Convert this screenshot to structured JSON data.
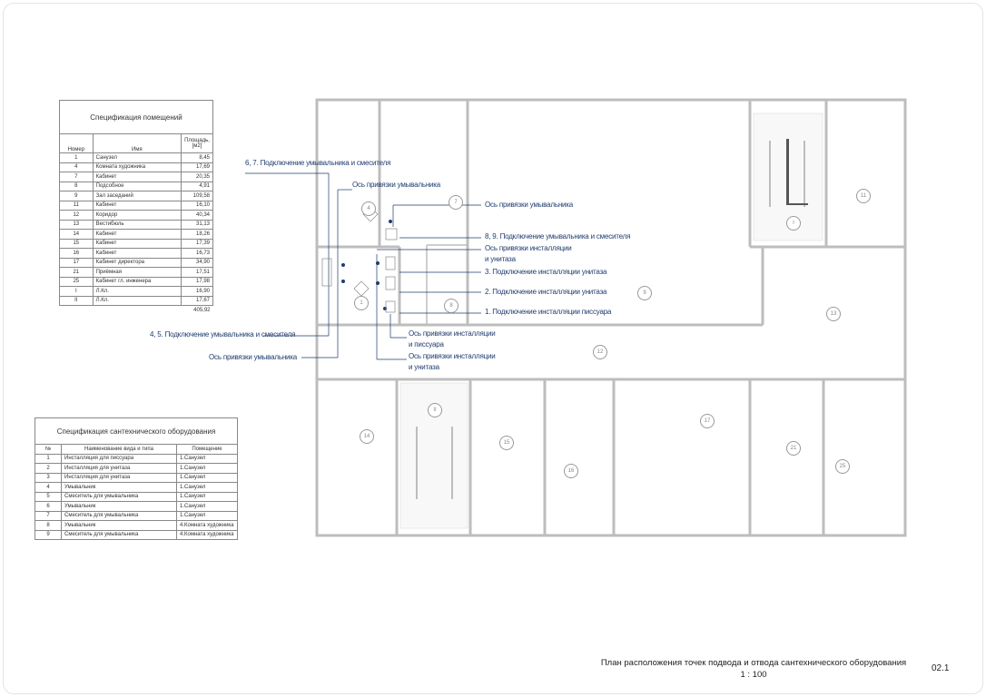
{
  "rooms_spec": {
    "title": "Спецификация помещений",
    "headers": {
      "number": "Номер",
      "name": "Имя",
      "area": "Площадь, [м2]"
    },
    "rows": [
      {
        "number": "1",
        "name": "Санузел",
        "area": "8,45"
      },
      {
        "number": "4",
        "name": "Комната художника",
        "area": "17,69"
      },
      {
        "number": "7",
        "name": "Кабинет",
        "area": "20,35"
      },
      {
        "number": "8",
        "name": "Подсобное",
        "area": "4,91"
      },
      {
        "number": "9",
        "name": "Зал заседаний",
        "area": "109,58"
      },
      {
        "number": "11",
        "name": "Кабинет",
        "area": "16,10"
      },
      {
        "number": "12",
        "name": "Коридор",
        "area": "40,34"
      },
      {
        "number": "13",
        "name": "Вестибюль",
        "area": "31,13"
      },
      {
        "number": "14",
        "name": "Кабинет",
        "area": "18,26"
      },
      {
        "number": "15",
        "name": "Кабинет",
        "area": "17,39"
      },
      {
        "number": "16",
        "name": "Кабинет",
        "area": "16,73"
      },
      {
        "number": "17",
        "name": "Кабинет директора",
        "area": "34,90"
      },
      {
        "number": "21",
        "name": "Приёмная",
        "area": "17,51"
      },
      {
        "number": "25",
        "name": "Кабинет гл. инженера",
        "area": "17,98"
      },
      {
        "number": "I",
        "name": "Л.Кл.",
        "area": "16,90"
      },
      {
        "number": "II",
        "name": "Л.Кл.",
        "area": "17,67"
      }
    ],
    "total": "405,92"
  },
  "equipment_spec": {
    "title": "Спецификация сантехнического оборудования",
    "headers": {
      "number": "№",
      "name": "Наименование вида и типа",
      "room": "Помещение"
    },
    "rows": [
      {
        "number": "1",
        "name": "Инсталляция для писсуара",
        "room": "1.Санузел"
      },
      {
        "number": "2",
        "name": "Инсталляция для унитаза",
        "room": "1.Санузел"
      },
      {
        "number": "3",
        "name": "Инсталляция для унитаза",
        "room": "1.Санузел"
      },
      {
        "number": "4",
        "name": "Умывальник",
        "room": "1.Санузел"
      },
      {
        "number": "5",
        "name": "Смеситель для умывальника",
        "room": "1.Санузел"
      },
      {
        "number": "6",
        "name": "Умывальник",
        "room": "1.Санузел"
      },
      {
        "number": "7",
        "name": "Смеситель для умывальника",
        "room": "1.Санузел"
      },
      {
        "number": "8",
        "name": "Умывальник",
        "room": "4.Комната художника"
      },
      {
        "number": "9",
        "name": "Смеситель для умывальника",
        "room": "4.Комната художника"
      }
    ]
  },
  "plan": {
    "room_tags": [
      "4",
      "7",
      "1",
      "8",
      "9",
      "11",
      "I",
      "13",
      "12",
      "14",
      "II",
      "15",
      "16",
      "17",
      "21",
      "25"
    ],
    "annotations": {
      "a67": "6, 7. Подключение умывальника и смесителя",
      "axis_sink_1": "Ось привязки умывальника",
      "axis_sink_2": "Ось привязки умывальника",
      "a89": "8, 9. Подключение умывальника и смесителя",
      "axis_wc_1a": "Ось привязки инсталляции",
      "axis_wc_1b": "и унитаза",
      "a3": "3. Подключение инсталляции унитаза",
      "a2": "2. Подключение инсталляции унитаза",
      "a1": "1. Подключение инсталляции писсуара",
      "a45": "4, 5. Подключение умывальника и смесителя",
      "axis_sink_3": "Ось привязки умывальника",
      "axis_ur_a": "Ось привязки инсталляции",
      "axis_ur_b": "и писсуара",
      "axis_wc_2a": "Ось привязки инсталляции",
      "axis_wc_2b": "и унитаза"
    },
    "colors": {
      "annotation": "#1f3c6d",
      "wall": "#bdbdbd"
    }
  },
  "title_block": {
    "title": "План расположения точек подвода и отвода сантехнического оборудования",
    "scale": "1 : 100",
    "sheet_number": "02.1"
  }
}
